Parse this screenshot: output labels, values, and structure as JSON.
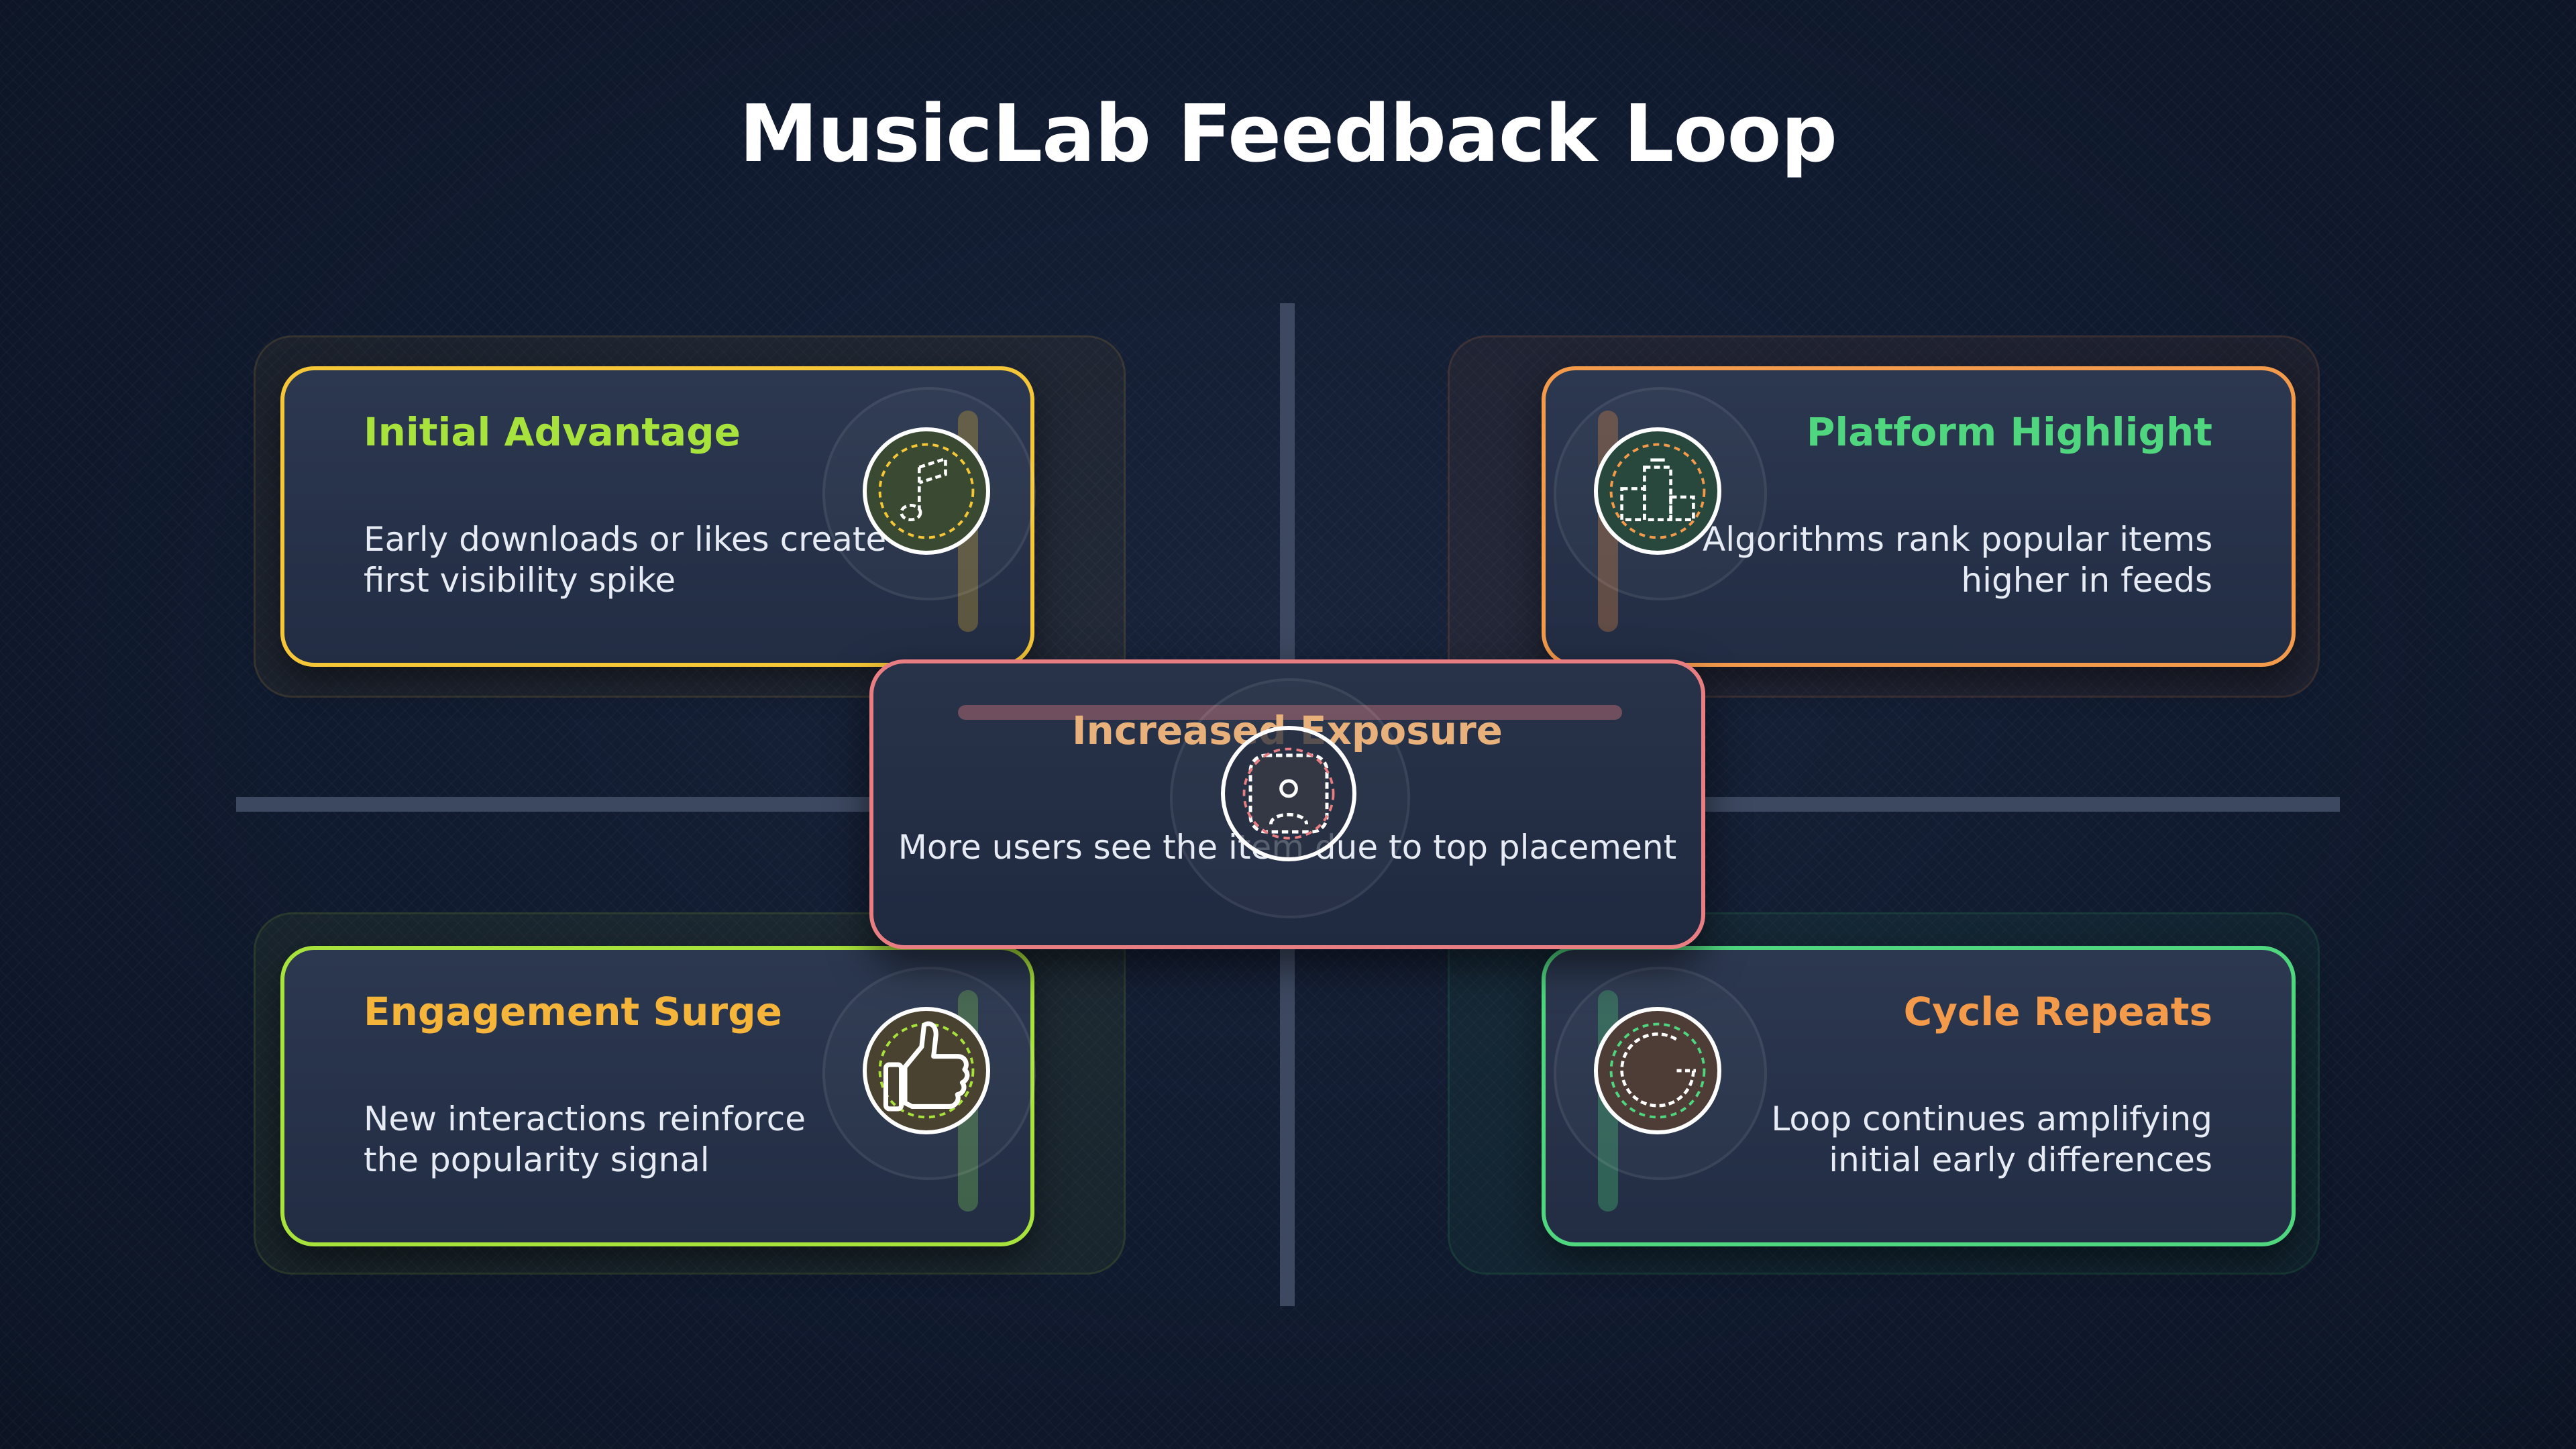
{
  "title": "MusicLab Feedback Loop",
  "colors": {
    "background": "#101a2e",
    "axis": "#3c4860",
    "yellow": "#f5c637",
    "orange": "#f39a4b",
    "lime": "#a8e23c",
    "green": "#4fd67f",
    "pink": "#e87d82"
  },
  "nodes": [
    {
      "id": "initial-advantage",
      "title": "Initial Advantage",
      "description_lines": [
        "Early downloads or likes create",
        "first visibility spike"
      ],
      "icon": "music-note-icon",
      "border_color": "#f5c637",
      "title_color": "#a8e23c"
    },
    {
      "id": "platform-highlight",
      "title": "Platform Highlight",
      "description_lines": [
        "Algorithms rank popular items",
        "higher in feeds"
      ],
      "icon": "podium-icon",
      "border_color": "#f39a4b",
      "title_color": "#4fd67f"
    },
    {
      "id": "increased-exposure",
      "title": "Increased Exposure",
      "description_lines": [
        "More users see the item due to top placement"
      ],
      "icon": "user-icon",
      "border_color": "#e87d82",
      "title_color": "#e8b07a"
    },
    {
      "id": "engagement-surge",
      "title": "Engagement Surge",
      "description_lines": [
        "New interactions reinforce",
        "the popularity signal"
      ],
      "icon": "thumbs-up-icon",
      "border_color": "#a8e23c",
      "title_color": "#f5b43a"
    },
    {
      "id": "cycle-repeats",
      "title": "Cycle Repeats",
      "description_lines": [
        "Loop continues amplifying",
        "initial early differences"
      ],
      "icon": "cycle-icon",
      "border_color": "#4fd67f",
      "title_color": "#f39a4b"
    }
  ]
}
